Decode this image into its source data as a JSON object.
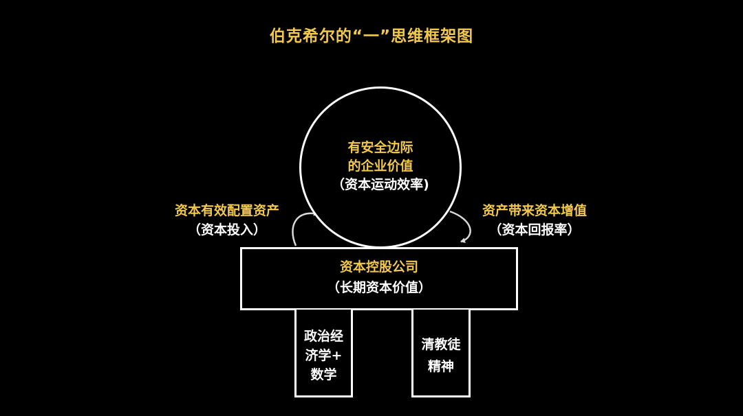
{
  "title": "伯克希尔的“一”思维框架图",
  "circle": {
    "line1": "有安全边际",
    "line2": "的企业价值",
    "line3": "（资本运动效率)"
  },
  "left_label": {
    "line1": "资本有效配置资产",
    "line2": "（资本投入）"
  },
  "right_label": {
    "line1": "资产带来资本增值",
    "line2": "（资本回报率）"
  },
  "main_box": {
    "line1": "资本控股公司",
    "line2": "（长期资本价值）"
  },
  "pillar_left": {
    "line1": "政治经",
    "line2": "济学+",
    "line3": "数学"
  },
  "pillar_right": {
    "line1": "清教徒",
    "line2": "精神"
  },
  "colors": {
    "background": "#000000",
    "accent_gold": "#f2c94c",
    "line_white": "#ffffff",
    "arrow_gray": "#d9d9d9"
  }
}
